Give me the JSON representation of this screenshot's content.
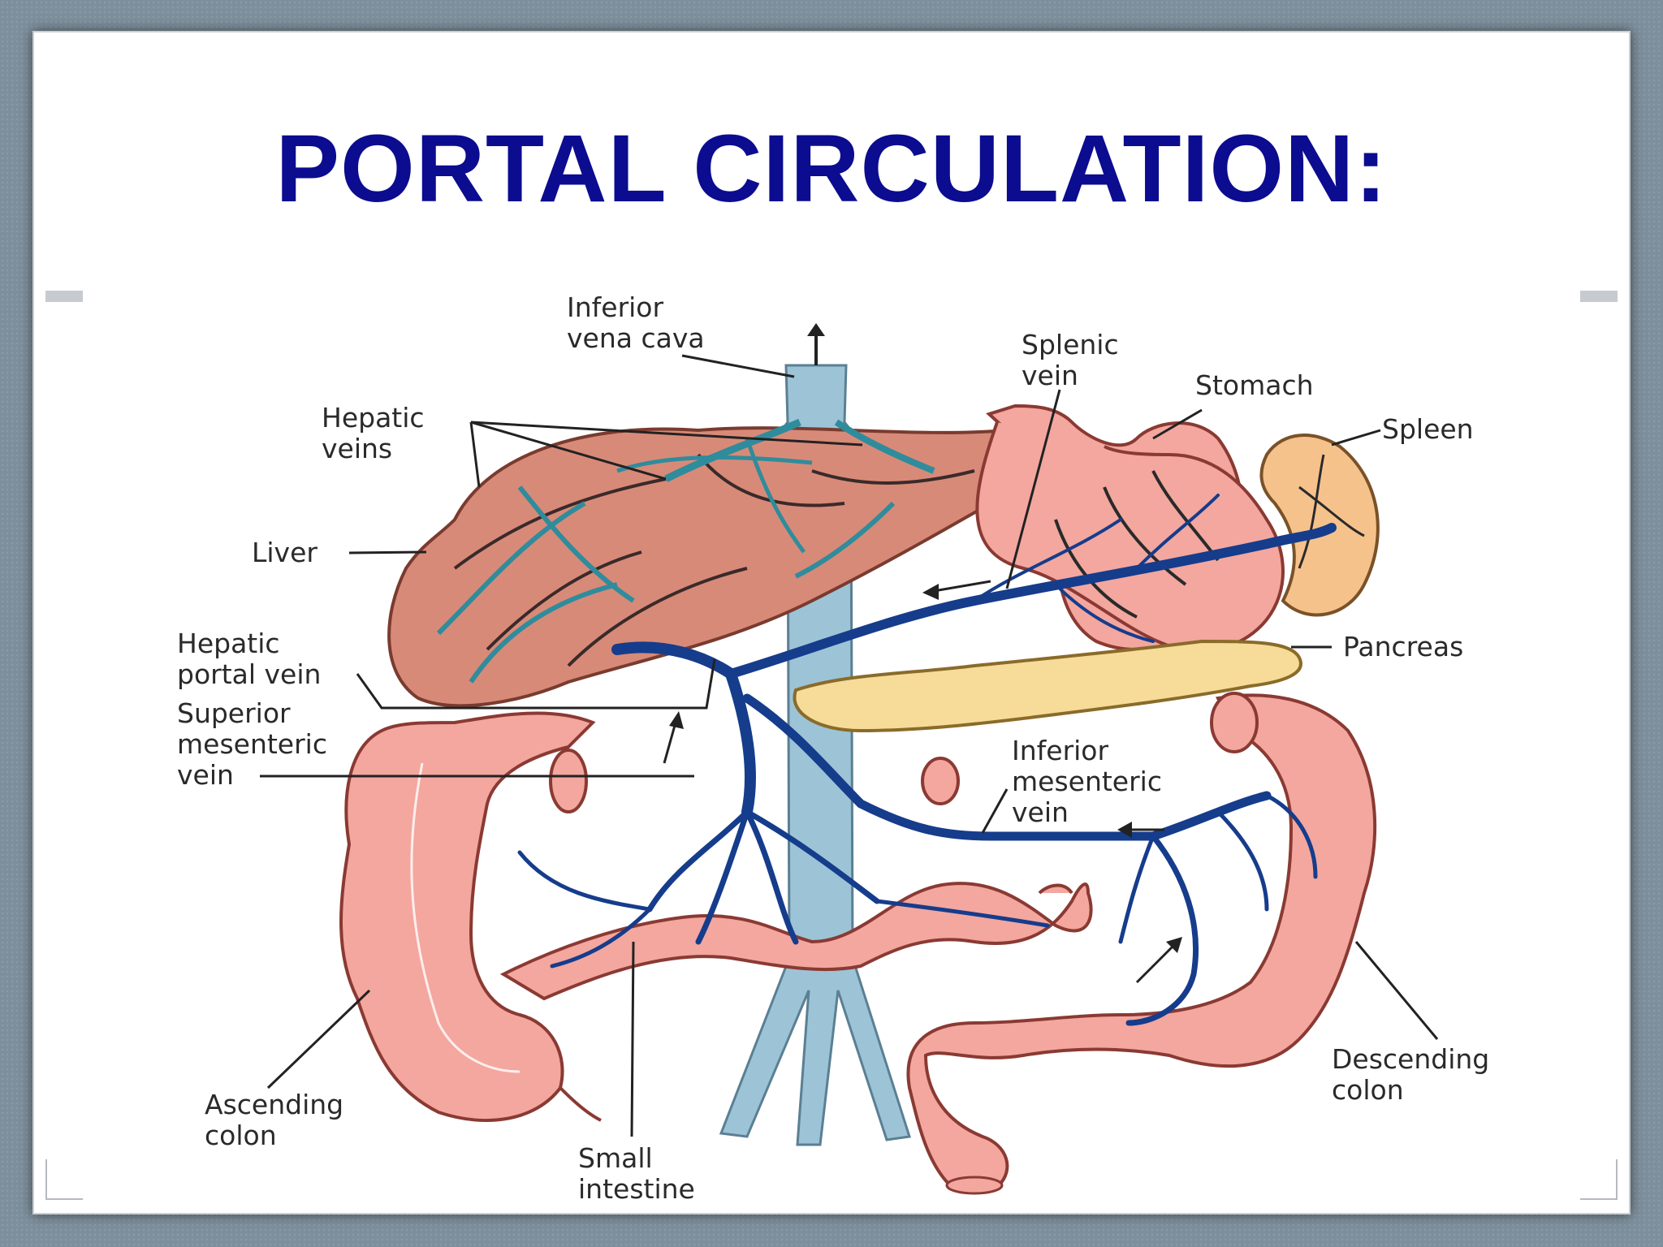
{
  "title": "PORTAL CIRCULATION:",
  "colors": {
    "title": "#0b0c8f",
    "portal_vein": "#163c8c",
    "hepatic_vein": "#2f8c9c",
    "vena_cava": "#9cc4d6",
    "liver": "#d88a78",
    "gut": "#f3a79f",
    "spleen": "#f6c28c",
    "pancreas": "#f6dc98"
  },
  "labels": {
    "inferior_vena_cava": [
      "Inferior",
      "vena cava"
    ],
    "splenic_vein": [
      "Splenic",
      "vein"
    ],
    "stomach": [
      "Stomach"
    ],
    "spleen": [
      "Spleen"
    ],
    "hepatic_veins": [
      "Hepatic",
      "veins"
    ],
    "liver": [
      "Liver"
    ],
    "hepatic_portal_vein": [
      "Hepatic",
      "portal vein"
    ],
    "superior_mesenteric_vein": [
      "Superior",
      "mesenteric",
      "vein"
    ],
    "pancreas": [
      "Pancreas"
    ],
    "inferior_mesenteric_vein": [
      "Inferior",
      "mesenteric",
      "vein"
    ],
    "ascending_colon": [
      "Ascending",
      "colon"
    ],
    "small_intestine": [
      "Small",
      "intestine"
    ],
    "descending_colon": [
      "Descending",
      "colon"
    ]
  }
}
